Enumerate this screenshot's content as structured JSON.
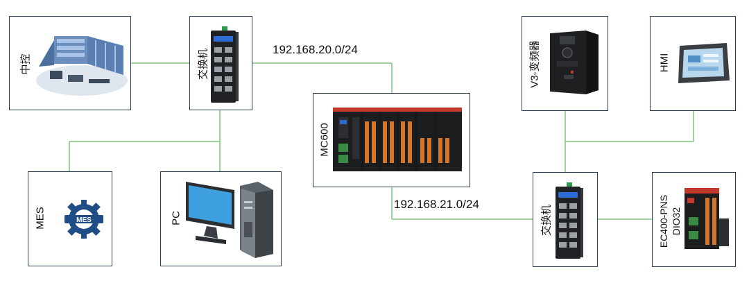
{
  "network": {
    "upper_subnet": "192.168.20.0/24",
    "lower_subnet": "192.168.21.0/24"
  },
  "nodes": {
    "central_control": "中控",
    "switch_left": "交换机",
    "mes": "MES",
    "pc": "PC",
    "controller": "MC600",
    "inverter": "V3-变频器",
    "hmi": "HMI",
    "switch_right": "交换机",
    "io_module_line1": "EC400-PNS",
    "io_module_line2": "DIO32",
    "mes_logo_text": "MES"
  },
  "colors": {
    "wire": "#7ec27a",
    "border": "#2b3b4e"
  }
}
